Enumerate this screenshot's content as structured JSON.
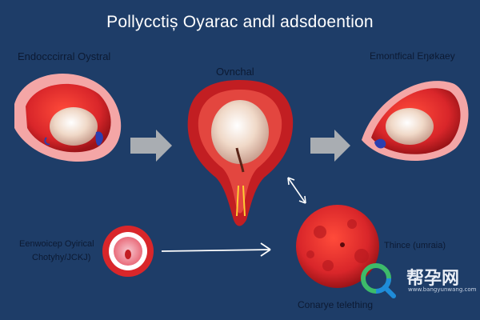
{
  "title": "Pollycctiș Oyarac andl adsdoention",
  "labels": {
    "top_left": "Endocccirral Oystral",
    "top_center": "Ovnchal",
    "top_right": "Emontfical Eŋøkaey",
    "bottom_left_line1": "Eenwoicep Oyirical",
    "bottom_left_line2": "Chotyhy/JCKJ)",
    "bottom_right": "Thince (umraia)",
    "bottom_center": "Conarye telething"
  },
  "watermark": {
    "text": "帮孕网",
    "sub": "www.bangyunwang.com"
  },
  "colors": {
    "background": "#1e3d68",
    "tissue_red": "#d9262a",
    "tissue_light": "#f28a8a",
    "oocyte": "#f0d9c8",
    "arrow_gray": "#a9adb2",
    "accent_blue": "#2b3fb0"
  },
  "icons": {
    "watermark_logo": "magnifier-q-icon",
    "process_arrow": "right-arrow-icon",
    "double_arrow": "bidirectional-arrow-icon"
  }
}
